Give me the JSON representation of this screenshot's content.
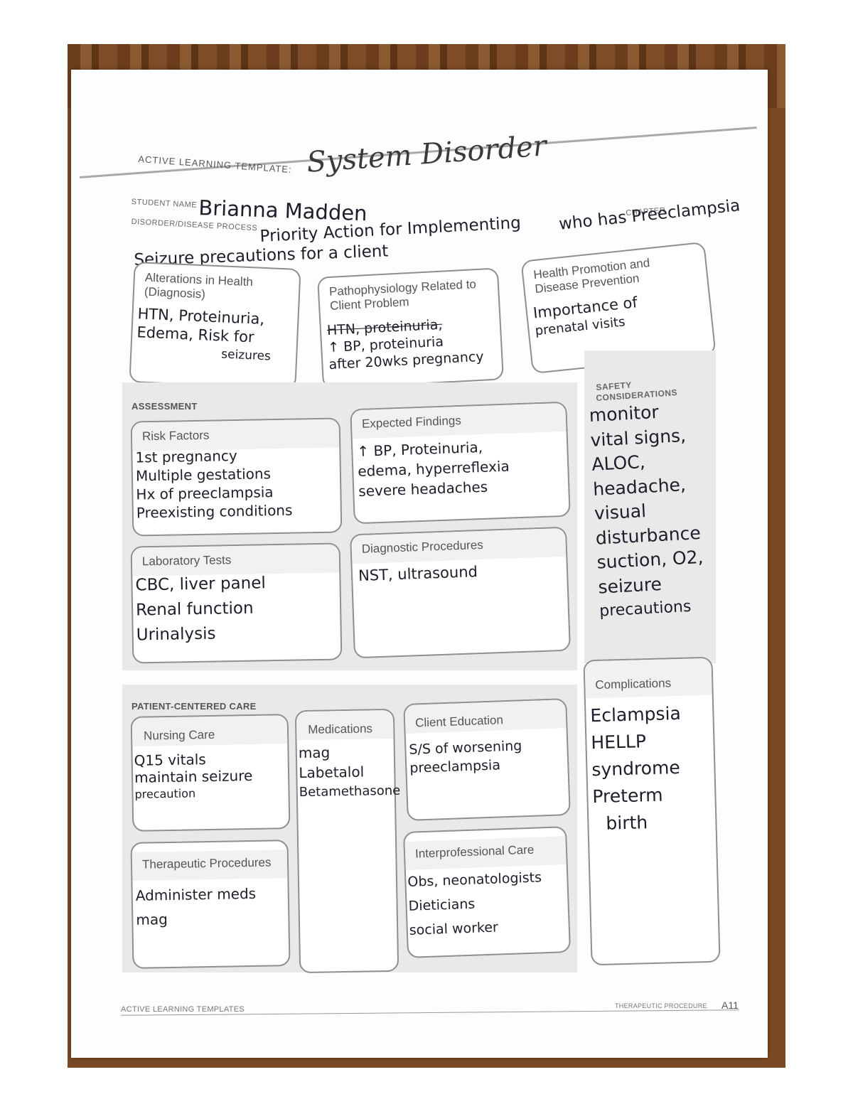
{
  "header": {
    "template_label": "ACTIVE LEARNING TEMPLATE:",
    "title": "System Disorder"
  },
  "student": {
    "name_label": "STUDENT NAME",
    "name_value": "Brianna Madden",
    "chapter_label": "CHAPTER",
    "disorder_label": "DISORDER/DISEASE PROCESS",
    "disorder_value_line1": "Priority Action for Implementing",
    "disorder_value_line1b": "who has Preeclampsia",
    "disorder_value_line2": "Seizure precautions for a client"
  },
  "top_boxes": {
    "alterations": {
      "title": "Alterations in Health (Diagnosis)",
      "text": [
        "HTN, Proteinuria,",
        "Edema, Risk for",
        "seizures"
      ]
    },
    "patho": {
      "title": "Pathophysiology Related to Client Problem",
      "text": [
        "HTN, proteinuria,",
        "↑ BP, proteinuria",
        "after 20wks pregnancy"
      ]
    },
    "health_promo": {
      "title": "Health Promotion and Disease Prevention",
      "text": [
        "Importance of",
        "prenatal visits"
      ]
    }
  },
  "assessment": {
    "label": "ASSESSMENT",
    "risk_factors": {
      "title": "Risk Factors",
      "text": [
        "1st pregnancy",
        "Multiple gestations",
        "Hx of preeclampsia",
        "Preexisting conditions"
      ]
    },
    "expected_findings": {
      "title": "Expected Findings",
      "text": [
        "↑ BP, Proteinuria,",
        "edema, hyperreflexia",
        "severe headaches"
      ]
    },
    "lab_tests": {
      "title": "Laboratory Tests",
      "text": [
        "CBC, liver panel",
        "Renal function",
        "Urinalysis"
      ]
    },
    "diagnostic": {
      "title": "Diagnostic Procedures",
      "text": [
        "NST, ultrasound"
      ]
    }
  },
  "safety": {
    "label_line1": "SAFETY",
    "label_line2": "CONSIDERATIONS",
    "text": [
      "monitor",
      "vital signs,",
      "ALOC,",
      "headache,",
      "visual",
      "disturbance",
      "suction, O2,",
      "seizure",
      "precautions"
    ]
  },
  "complications": {
    "title": "Complications",
    "text": [
      "Eclampsia",
      "HELLP",
      "syndrome",
      "Preterm",
      "birth"
    ]
  },
  "patient_care": {
    "label": "PATIENT-CENTERED CARE",
    "nursing": {
      "title": "Nursing Care",
      "text": [
        "Q15 vitals",
        "maintain seizure",
        "precaution"
      ]
    },
    "medications": {
      "title": "Medications",
      "text": [
        "mag",
        "Labetalol",
        "Betamethasone"
      ]
    },
    "client_ed": {
      "title": "Client Education",
      "text": [
        "S/S of worsening",
        "preeclampsia"
      ]
    },
    "therapeutic": {
      "title": "Therapeutic Procedures",
      "text": [
        "Administer meds",
        "mag"
      ]
    },
    "interprof": {
      "title": "Interprofessional Care",
      "text": [
        "Obs, neonatologists",
        "Dieticians",
        "social worker"
      ]
    }
  },
  "footer": {
    "left": "ACTIVE LEARNING TEMPLATES",
    "right_label": "THERAPEUTIC PROCEDURE",
    "page": "A11"
  }
}
